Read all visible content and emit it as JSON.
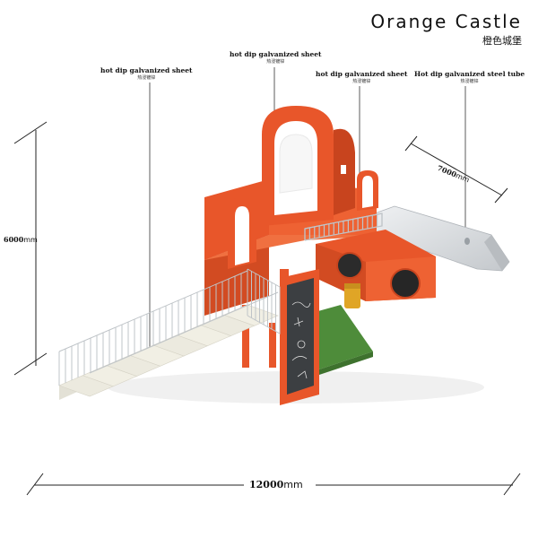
{
  "title": {
    "en": "Orange Castle",
    "zh": "橙色城堡"
  },
  "callouts": [
    {
      "en": "hot dip galvanized sheet",
      "zh": "热浸镀锌"
    },
    {
      "en": "hot dip galvanized sheet",
      "zh": "热浸镀锌"
    },
    {
      "en": "hot dip galvanized sheet",
      "zh": "热浸镀锌"
    },
    {
      "en": "Hot dip galvanized steel tube",
      "zh": "热浸镀锌"
    }
  ],
  "dimensions": {
    "height": {
      "value": "6000",
      "unit": "mm"
    },
    "depth": {
      "value": "7000",
      "unit": "mm"
    },
    "width": {
      "value": "12000",
      "unit": "mm"
    }
  },
  "colors": {
    "orange": "#E8562A",
    "orange_dark": "#C8441E",
    "rail": "#BFC4C8",
    "stair": "#F1EFE4",
    "slide": "#D9DCDF",
    "grass": "#4E8C3A",
    "board": "#3C3F42",
    "tube_yellow": "#E0A526"
  }
}
